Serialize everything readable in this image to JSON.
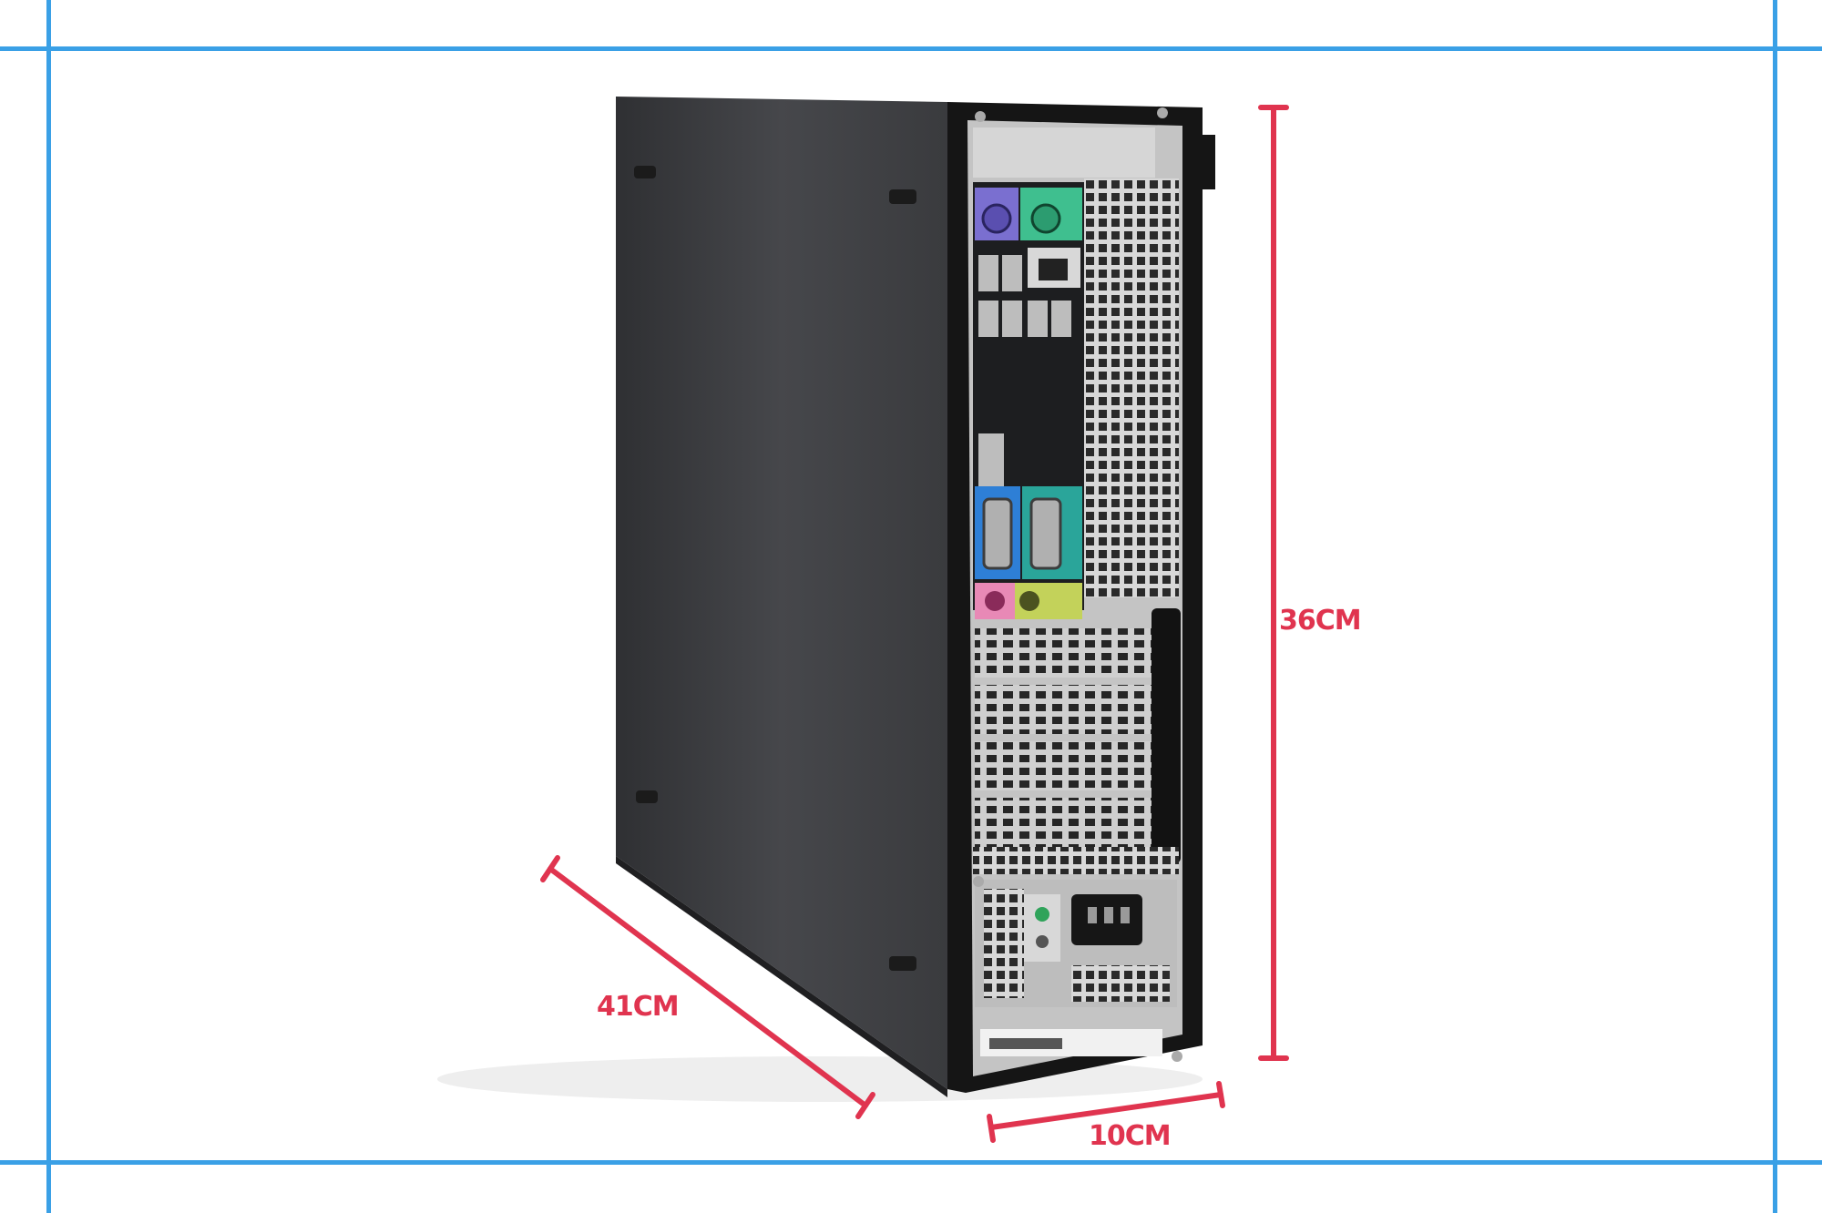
{
  "dimensions": {
    "height_label": "36CM",
    "depth_label": "41CM",
    "width_label": "10CM"
  },
  "colors": {
    "guide_lines": "#3aa0e6",
    "measurement": "#e0344f",
    "case_body": "#3c3d40",
    "case_frame": "#1a1a1a",
    "port_purple": "#7a6fd0",
    "port_green": "#3fbf8f",
    "port_blue": "#2e7fd6",
    "port_teal": "#2aa59a",
    "port_pink": "#e889b6",
    "port_lime": "#c3d25a"
  }
}
